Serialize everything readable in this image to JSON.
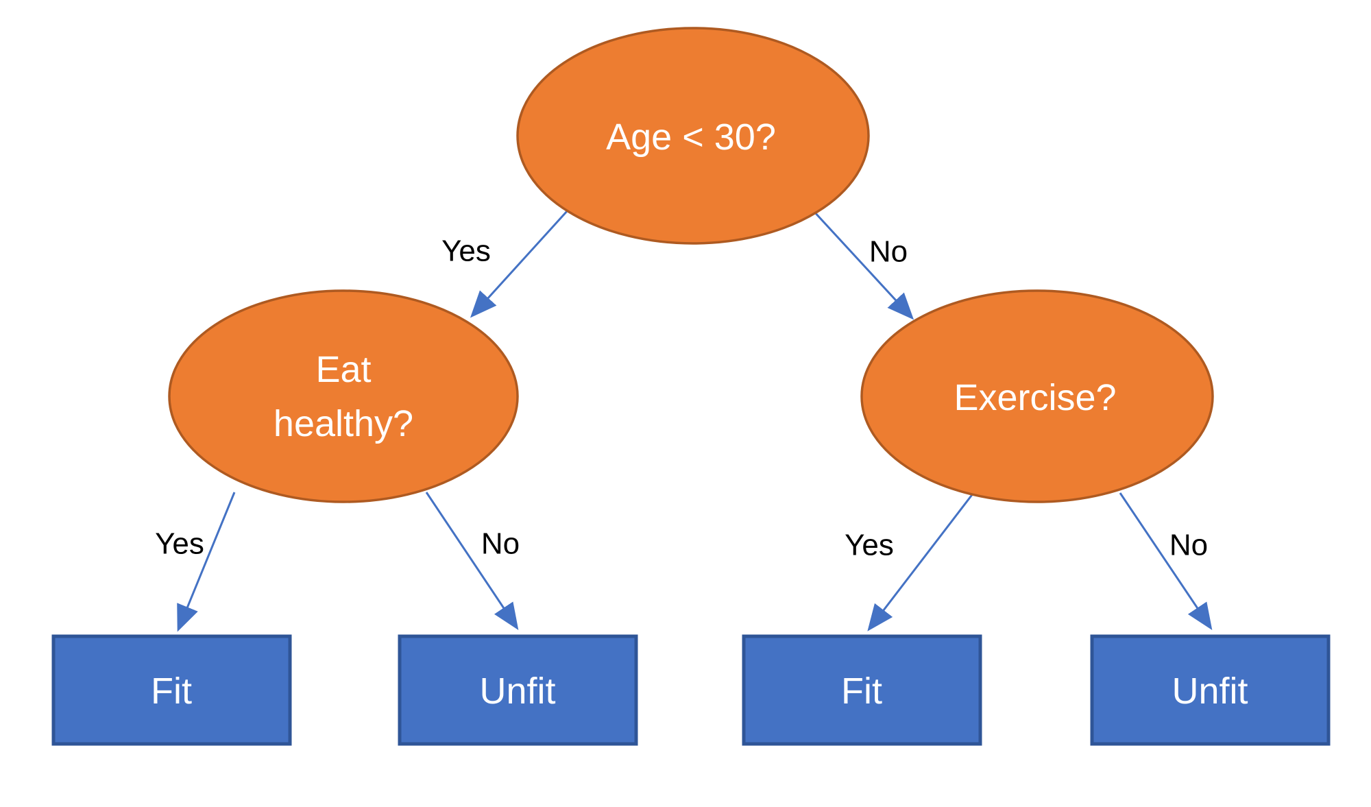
{
  "diagram": {
    "type": "decision-tree",
    "colors": {
      "background": "#FFFFFF",
      "node_fill": "#ED7D31",
      "node_stroke": "#AE5A21",
      "leaf_fill": "#4472C4",
      "leaf_stroke": "#2F5597",
      "arrow": "#4472C4",
      "node_text": "#FFFFFF",
      "edge_label_text": "#000000"
    },
    "nodes": {
      "root": {
        "label": "Age < 30?",
        "shape": "ellipse"
      },
      "eat_healthy": {
        "label": "Eat healthy?",
        "lines": [
          "Eat",
          "healthy?"
        ],
        "shape": "ellipse"
      },
      "exercise": {
        "label": "Exercise?",
        "shape": "ellipse"
      },
      "leaf_fit_left": {
        "label": "Fit",
        "shape": "rectangle"
      },
      "leaf_unfit_left": {
        "label": "Unfit",
        "shape": "rectangle"
      },
      "leaf_fit_right": {
        "label": "Fit",
        "shape": "rectangle"
      },
      "leaf_unfit_right": {
        "label": "Unfit",
        "shape": "rectangle"
      }
    },
    "edges": [
      {
        "from": "root",
        "to": "eat_healthy",
        "label": "Yes"
      },
      {
        "from": "root",
        "to": "exercise",
        "label": "No"
      },
      {
        "from": "eat_healthy",
        "to": "leaf_fit_left",
        "label": "Yes"
      },
      {
        "from": "eat_healthy",
        "to": "leaf_unfit_left",
        "label": "No"
      },
      {
        "from": "exercise",
        "to": "leaf_fit_right",
        "label": "Yes"
      },
      {
        "from": "exercise",
        "to": "leaf_unfit_right",
        "label": "No"
      }
    ]
  }
}
